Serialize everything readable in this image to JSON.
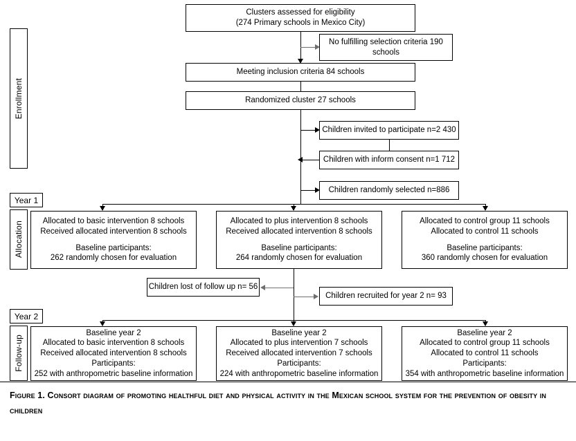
{
  "figure": {
    "caption": "Figure 1. Consort diagram of promoting healthful diet and physical activity in the Mexican school system for the prevention of obesity in children",
    "type": "consort-flow-diagram"
  },
  "stage_labels": {
    "enrollment": "Enrollment",
    "allocation": "Allocation",
    "followup": "Follow-up"
  },
  "year_markers": {
    "year1": "Year 1",
    "year2": "Year 2"
  },
  "enrollment": {
    "assessed": {
      "line1": "Clusters assessed for eligibility",
      "line2": "(274 Primary schools in Mexico City)"
    },
    "excluded": {
      "line1": "No fulfilling selection criteria 190",
      "line2": "schools"
    },
    "inclusion": "Meeting inclusion criteria  84 schools",
    "randomized": "Randomized cluster 27 schools",
    "invited": "Children invited to participate n=2 430",
    "consent": "Children with inform consent n=1 712",
    "selected": "Children randomly selected n=886"
  },
  "allocation": [
    {
      "line1": "Allocated to basic intervention  8 schools",
      "line2": "Received allocated intervention 8 schools",
      "line3": "Baseline participants:",
      "line4": "262 randomly chosen for evaluation"
    },
    {
      "line1": "Allocated to plus intervention 8 schools",
      "line2": "Received allocated intervention 8 schools",
      "line3": "Baseline participants:",
      "line4": "264 randomly chosen for evaluation"
    },
    {
      "line1": "Allocated to control group 11 schools",
      "line2": "Allocated to control 11 schools",
      "line3": "Baseline participants:",
      "line4": "360 randomly chosen for evaluation"
    }
  ],
  "transition": {
    "lost": "Children lost of follow up n= 56",
    "recruited": "Children recruited for year 2 n= 93"
  },
  "followup": [
    {
      "line1": "Baseline year 2",
      "line2": "Allocated to basic intervention  8 schools",
      "line3": "Received allocated intervention 8 schools",
      "line4": "Participants:",
      "line5": "252 with anthropometric baseline information"
    },
    {
      "line1": "Baseline year 2",
      "line2": "Allocated to plus intervention 7 schools",
      "line3": "Received allocated intervention 7 schools",
      "line4": "Participants:",
      "line5": "224 with anthropometric baseline information"
    },
    {
      "line1": "Baseline year 2",
      "line2": "Allocated to control group 11 schools",
      "line3": "Allocated to control 11 schools",
      "line4": "Participants:",
      "line5": "354 with anthropometric baseline information"
    }
  ],
  "colors": {
    "stroke": "#000000",
    "stroke_grey": "#6f6f6f",
    "background": "#ffffff"
  }
}
